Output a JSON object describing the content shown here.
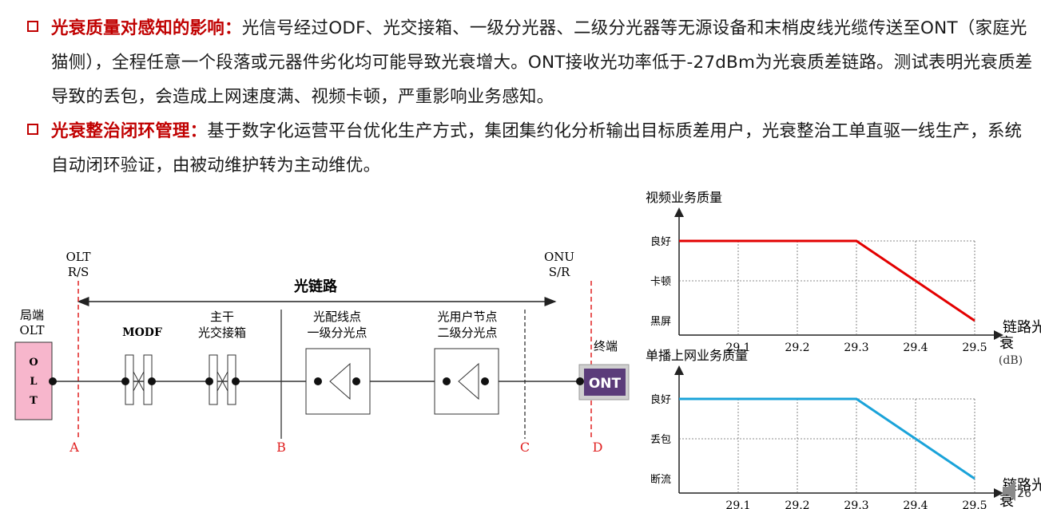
{
  "bullets": [
    {
      "heading": "光衰质量对感知的影响：",
      "text": "光信号经过ODF、光交接箱、一级分光器、二级分光器等无源设备和末梢皮线光缆传送至ONT（家庭光猫侧），全程任意一个段落或元器件劣化均可能导致光衰增大。ONT接收光功率低于-27dBm为光衰质差链路。测试表明光衰质差导致的丢包，会造成上网速度满、视频卡顿，严重影响业务感知。"
    },
    {
      "heading": "光衰整治闭环管理：",
      "text": "基于数字化运营平台优化生产方式，集团集约化分析输出目标质差用户，光衰整治工单直驱一线生产，系统自动闭环验证，由被动维护转为主动维优。"
    }
  ],
  "diagram": {
    "olt_top": "OLT",
    "olt_rs": "R/S",
    "onu_top": "ONU",
    "onu_sr": "S/R",
    "link_label": "光链路",
    "local_label_1": "局端",
    "local_label_2": "OLT",
    "olt_box": [
      "O",
      "L",
      "T"
    ],
    "modf": "MODF",
    "trunk_1": "主干",
    "trunk_2": "光交接箱",
    "dist_1": "光配线点",
    "dist_2": "一级分光点",
    "user_1": "光用户节点",
    "user_2": "二级分光点",
    "terminal": "终端",
    "ont": "ONT",
    "points": [
      "A",
      "B",
      "C",
      "D"
    ]
  },
  "colors": {
    "accent_red": "#c00000",
    "olt_fill": "#f7b6cc",
    "ont_fill": "#5b3c7a",
    "video_line": "#e30000",
    "internet_line": "#1aa3d9"
  },
  "chart_data": [
    {
      "type": "line",
      "title": "视频业务质量",
      "xlabel": "链路光衰",
      "xunit": "(dB)",
      "x_ticks": [
        "29.1",
        "29.2",
        "29.3",
        "29.4",
        "29.5"
      ],
      "y_levels": [
        "黑屏",
        "卡顿",
        "良好"
      ],
      "series": [
        {
          "x": [
            29.0,
            29.3,
            29.5
          ],
          "y": [
            2,
            2,
            0
          ]
        }
      ]
    },
    {
      "type": "line",
      "title": "单播上网业务质量",
      "xlabel": "链路光衰",
      "xunit": "(dB)",
      "x_ticks": [
        "29.1",
        "29.2",
        "29.3",
        "29.4",
        "29.5"
      ],
      "y_levels": [
        "断流",
        "丢包",
        "良好"
      ],
      "series": [
        {
          "x": [
            29.0,
            29.3,
            29.5
          ],
          "y": [
            2,
            2,
            0
          ]
        }
      ]
    }
  ],
  "page_number": "26"
}
